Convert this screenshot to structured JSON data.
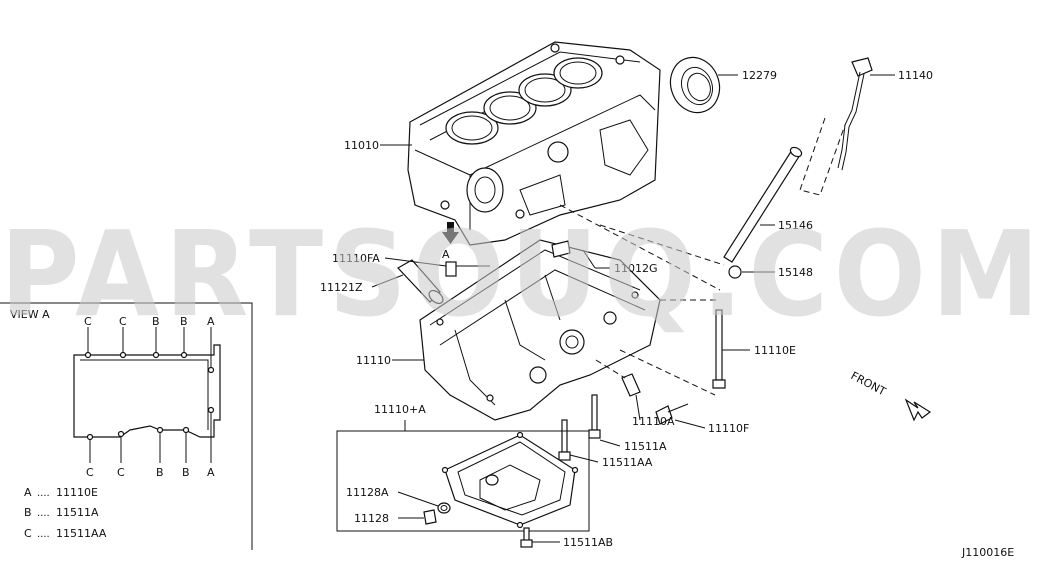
{
  "watermark": "PARTSOUQ.COM",
  "diagram_code": "J110016E",
  "front_label": "FRONT",
  "arrow_label": "A",
  "view": {
    "title": "VIEW A",
    "top_letters": [
      "C",
      "C",
      "B",
      "B",
      "A"
    ],
    "bottom_letters": [
      "C",
      "C",
      "B",
      "B",
      "A"
    ],
    "legend": [
      {
        "key": "A",
        "sep": "....",
        "value": "11110E"
      },
      {
        "key": "B",
        "sep": "....",
        "value": "11511A"
      },
      {
        "key": "C",
        "sep": "....",
        "value": "11511AA"
      }
    ]
  },
  "parts": {
    "p12279": "12279",
    "p11140": "11140",
    "p11010": "11010",
    "p15146": "15146",
    "p15148": "15148",
    "p11110FA": "11110FA",
    "p11012G": "11012G",
    "p11121Z": "11121Z",
    "p11110": "11110",
    "p11110E": "11110E",
    "p11110A": "11110A",
    "p11110F": "11110F",
    "p11110PA": "11110+A",
    "p11511A": "11511A",
    "p11511AA": "11511AA",
    "p11128A": "11128A",
    "p11128": "11128",
    "p11511AB": "11511AB"
  }
}
